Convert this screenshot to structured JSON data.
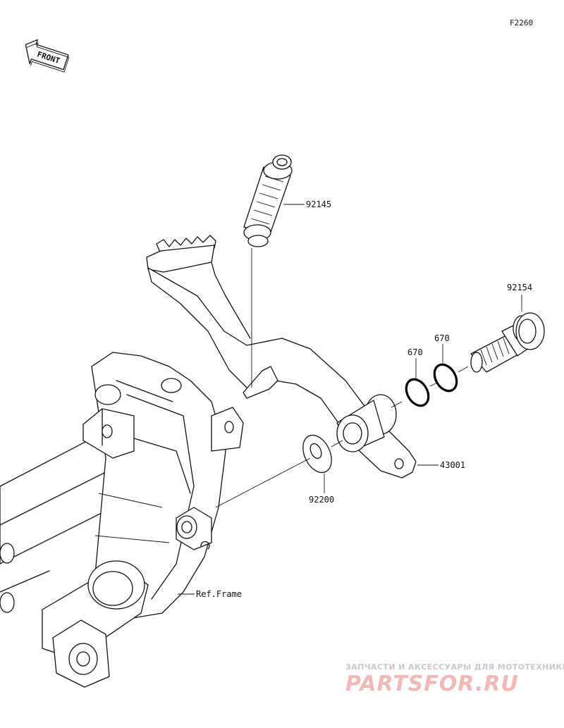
{
  "figure_code": "F2260",
  "front_label": "FRONT",
  "parts": [
    {
      "id": "spring",
      "number": "92145"
    },
    {
      "id": "pivot-bolt",
      "number": "92154"
    },
    {
      "id": "o-ring-outer",
      "number": "670"
    },
    {
      "id": "o-ring-inner",
      "number": "670"
    },
    {
      "id": "brake-pedal",
      "number": "43001"
    },
    {
      "id": "washer",
      "number": "92200"
    },
    {
      "id": "frame-ref",
      "number": "Ref.Frame"
    }
  ],
  "watermark": {
    "top": "ЗАПЧАСТИ И АКСЕССУАРЫ ДЛЯ МОТОТЕХНИКИ",
    "main": "PARTSFOR.RU"
  },
  "colors": {
    "line": "#111111",
    "watermark_gray": "#c9c9c9",
    "watermark_red": "#f2b8b8"
  }
}
